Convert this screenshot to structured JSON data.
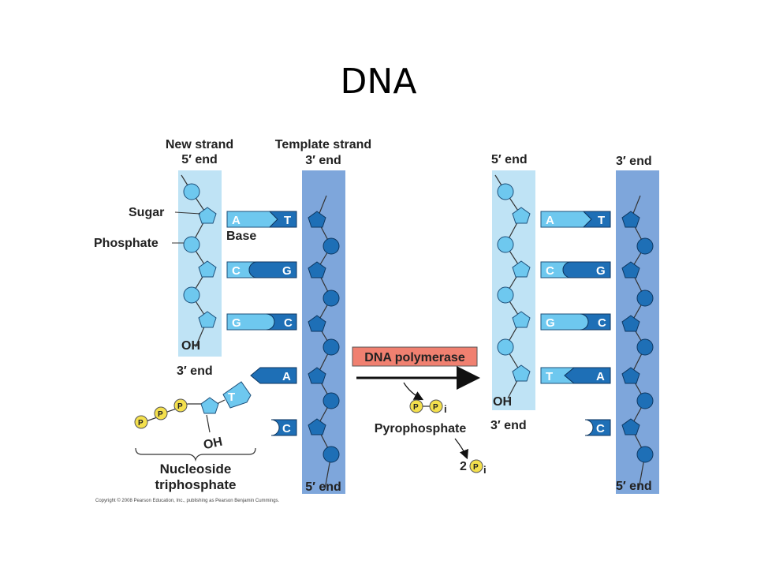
{
  "slide": {
    "title": "DNA"
  },
  "diagram": {
    "left": {
      "new_strand": "New strand",
      "new_5_end": "5′ end",
      "template_strand": "Template strand",
      "template_3_end": "3′ end",
      "sugar": "Sugar",
      "phosphate": "Phosphate",
      "base": "Base",
      "oh": "OH",
      "new_3_end": "3′ end",
      "template_5_end": "5′ end",
      "nucleoside_line1": "Nucleoside",
      "nucleoside_line2": "triphosphate",
      "oh2": "OH",
      "phosphate_symbol": "P",
      "incoming_base": "T",
      "pairs": [
        {
          "new": "A",
          "template": "T"
        },
        {
          "new": "C",
          "template": "G"
        },
        {
          "new": "G",
          "template": "C"
        },
        {
          "new": "",
          "template": "A"
        },
        {
          "new": "",
          "template": "C"
        }
      ]
    },
    "middle": {
      "enzyme": "DNA polymerase",
      "ppi_p": "P",
      "ppi_sub": "i",
      "pyrophosphate": "Pyrophosphate",
      "two": "2",
      "pi_sub": "i"
    },
    "right": {
      "new_5_end": "5′ end",
      "template_3_end": "3′ end",
      "oh": "OH",
      "new_3_end": "3′ end",
      "template_5_end": "5′ end",
      "pairs": [
        {
          "new": "A",
          "template": "T"
        },
        {
          "new": "C",
          "template": "G"
        },
        {
          "new": "G",
          "template": "C"
        },
        {
          "new": "T",
          "template": "A"
        },
        {
          "new": "",
          "template": "C"
        }
      ]
    },
    "copyright": "Copyright © 2008 Pearson Education, Inc., publishing as Pearson Benjamin Cummings.",
    "colors": {
      "light_strand": "#bfe3f5",
      "dark_strand": "#7ea6db",
      "light_base": "#6ec8ef",
      "dark_base": "#1e6fb6",
      "enzyme_box": "#f08070",
      "phosphate_yellow": "#f4e04d"
    }
  }
}
